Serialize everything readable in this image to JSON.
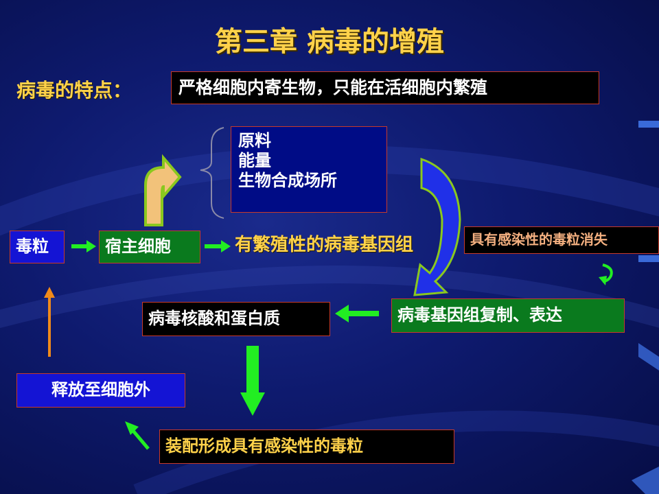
{
  "title": "第三章  病毒的增殖",
  "features": {
    "label": "病毒的特点：",
    "value": "严格细胞内寄生物，只能在活细胞内繁殖"
  },
  "host_provides": {
    "items": [
      "原料",
      "能量",
      "生物合成场所"
    ]
  },
  "flow": {
    "virion": "毒粒",
    "host_cell": "宿主细胞",
    "genome": "有繁殖性的病毒基因组",
    "virion_lost": "具有感染性的毒粒消失",
    "replicate": "病毒基因组复制、表达",
    "nucleic_protein": "病毒核酸和蛋白质",
    "assemble": "装配形成具有感染性的毒粒",
    "release": "释放至细胞外"
  },
  "colors": {
    "yellow": "#ffd24a",
    "green_box": "#0a7a1e",
    "blue_box": "#1414d4",
    "arrow_green": "#22ee22",
    "arrow_orange": "#f08a1a"
  }
}
